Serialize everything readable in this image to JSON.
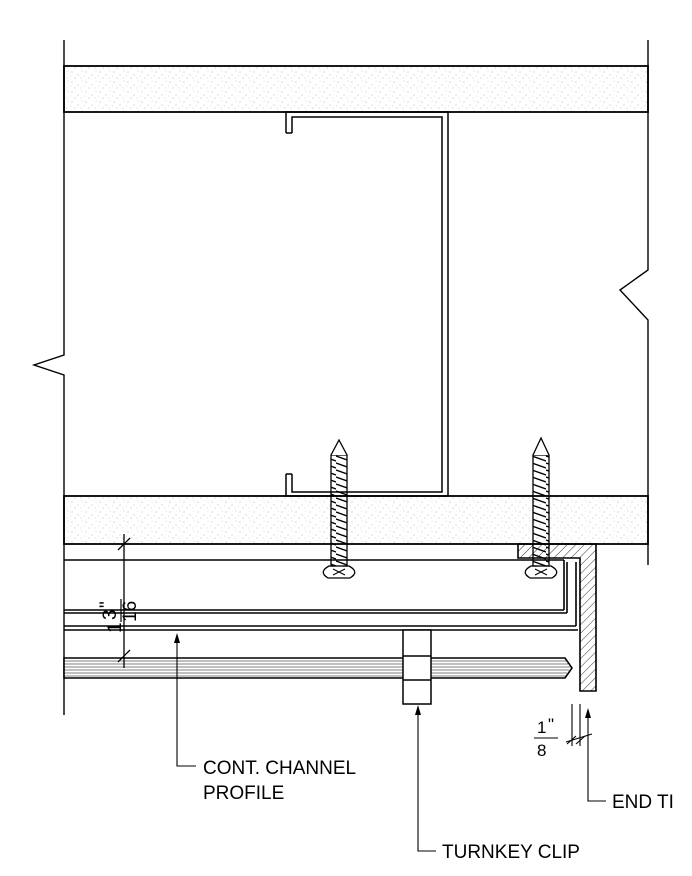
{
  "labels": {
    "cont_channel_line1": "CONT. CHANNEL",
    "cont_channel_line2": "PROFILE",
    "turnkey_clip": "TURNKEY CLIP",
    "end_trim": "END TI"
  },
  "dimensions": {
    "panel_gap_numerator": "1",
    "panel_gap_fraction_top": "3",
    "panel_gap_inch_mark": "\"",
    "panel_gap_fraction_bottom": "16",
    "trim_gap_numerator": "1",
    "trim_gap_inch_mark": "\"",
    "trim_gap_denominator": "8"
  },
  "colors": {
    "line": "#000000",
    "background": "#ffffff",
    "gypsum_speckle": "#9a9a9a"
  }
}
